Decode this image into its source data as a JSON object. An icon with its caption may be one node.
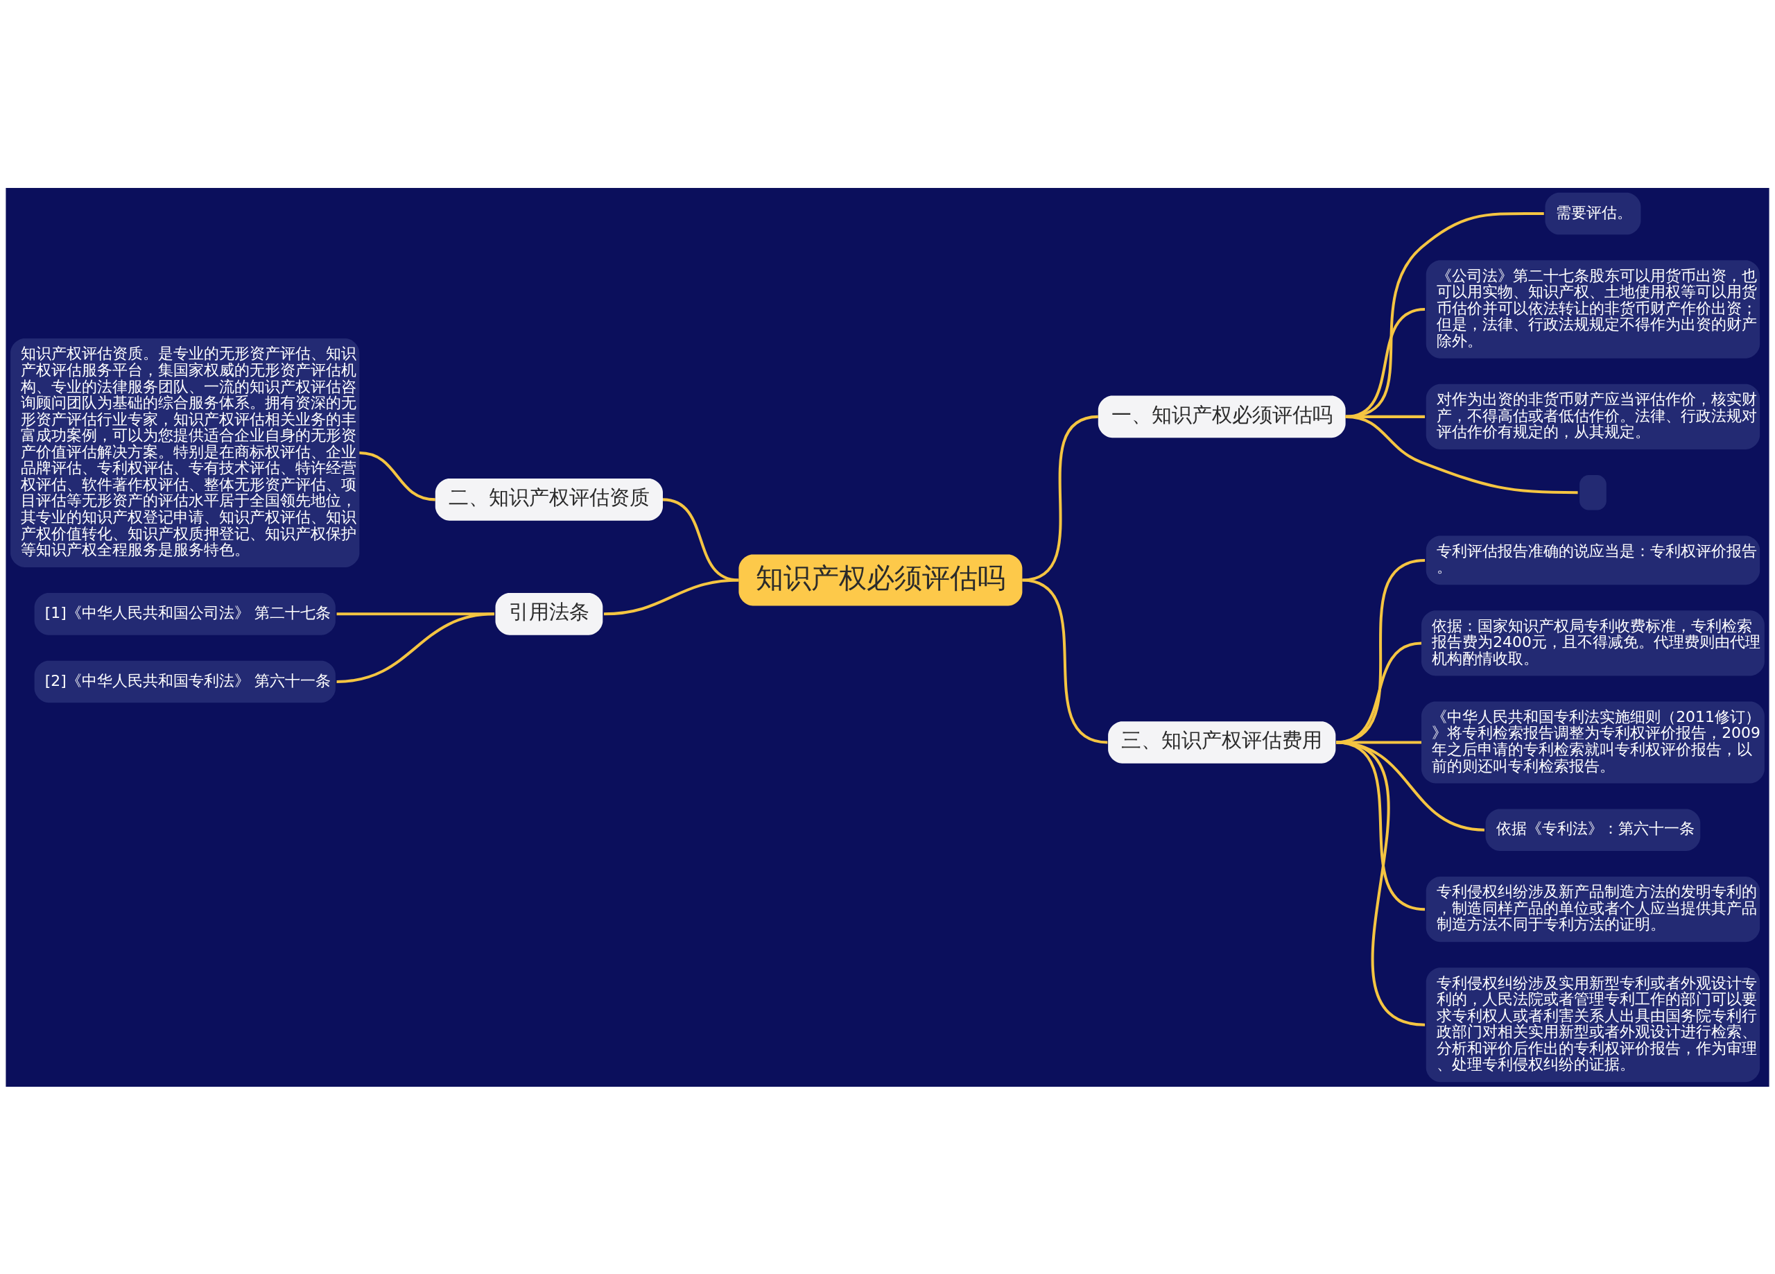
{
  "diagram": {
    "nodes": [
      {
        "text": [
          "知识产权必须评估吗"
        ]
      },
      {
        "text": [
          "一、知识产权必须评估吗"
        ]
      },
      {
        "text": [
          "需要评估。"
        ]
      },
      {
        "text": [
          "《公司法》第二十七条股东可以用货币出资，也可以用实物、知识产权、土地使用权等可以用货币估价并可以依法转让的非货币财产作价出资；但是，法律、行政法规规定不得作为出资的财产除外。"
        ]
      },
      {
        "text": [
          "对作为出资的非货币财产应当评估作价，核实财产，不得高估或者低估作价。法律、行政法规对评估作价有规定的，从其规定。"
        ]
      },
      {
        "text": [],
        "shape": "box"
      },
      {
        "text": [
          "三、知识产权评估费用"
        ]
      },
      {
        "text": [
          "专利评估报告准确的说应当是：专利权评价报告。"
        ]
      },
      {
        "text": [
          "依据：国家知识产权局专利收费标准，专利检索报告费为2400元，且不得减免。代理费则由代理机构酌情收取。"
        ]
      },
      {
        "text": [
          "《中华人民共和国专利法实施细则（2011修订）》将专利检索报告调整为专利权评价报告，2009年之后申请的专利检索就叫专利权评价报告，以前的则还叫专利检索报告。"
        ]
      },
      {
        "text": [
          "依据《专利法》：第六十一条"
        ]
      },
      {
        "text": [
          "专利侵权纠纷涉及新产品制造方法的发明专利的，制造同样产品的单位或者个人应当提供其产品制造方法不同于专利方法的证明。"
        ]
      },
      {
        "text": [
          "专利侵权纠纷涉及实用新型专利或者外观设计专利的，人民法院或者管理专利工作的部门可以要求专利权人或者利害关系人出具由国务院专利行政部门对相关实用新型或者外观设计进行检索、分析和评价后作出的专利权评价报告，作为审理、处理专利侵权纠纷的证据。"
        ]
      },
      {
        "text": [
          "二、知识产权评估资质"
        ]
      },
      {
        "text": [
          "知识产权评估资质。是专业的无形资产评估、知识产权评估服务平台，集国家权威的无形资产评估机构、专业的法律服务团队、一流的知识产权评估咨询顾问团队为基础的综合服务体系。拥有资深的无形资产评估行业专家，知识产权评估相关业务的丰富成功案例，可以为您提供适合企业自身的无形资产价值评估解决方案。特别是在商标权评估、企业品牌评估、专利权评估、专有技术评估、特许经营权评估、软件著作权评估、整体无形资产评估、项目评估等无形资产的评估水平居于全国领先地位，其专业的知识产权登记申请、知识产权评估、知识产权价值转化、知识产权质押登记、知识产权保护等知识产权全程服务是服务特色。"
        ]
      },
      {
        "text": [
          "引用法条"
        ]
      },
      {
        "text": [
          "[1]《中华人民共和国公司法》 第二十七条"
        ]
      },
      {
        "text": [
          "[2]《中华人民共和国专利法》 第六十一条"
        ]
      }
    ],
    "edges": [
      {
        "from": 0,
        "to": 1,
        "arrow": "none"
      },
      {
        "from": 1,
        "to": 2,
        "arrow": "none"
      },
      {
        "from": 1,
        "to": 3,
        "arrow": "none"
      },
      {
        "from": 1,
        "to": 4,
        "arrow": "none"
      },
      {
        "from": 1,
        "to": 5,
        "arrow": "none"
      },
      {
        "from": 0,
        "to": 6,
        "arrow": "none"
      },
      {
        "from": 6,
        "to": 7,
        "arrow": "none"
      },
      {
        "from": 6,
        "to": 8,
        "arrow": "none"
      },
      {
        "from": 6,
        "to": 9,
        "arrow": "none"
      },
      {
        "from": 6,
        "to": 10,
        "arrow": "none"
      },
      {
        "from": 6,
        "to": 11,
        "arrow": "none"
      },
      {
        "from": 6,
        "to": 12,
        "arrow": "none"
      },
      {
        "from": 13,
        "to": 0,
        "arrow": "none"
      },
      {
        "from": 14,
        "to": 13,
        "arrow": "none"
      },
      {
        "from": 15,
        "to": 0,
        "arrow": "none"
      },
      {
        "from": 16,
        "to": 15,
        "arrow": "none"
      },
      {
        "from": 17,
        "to": 15,
        "arrow": "none"
      }
    ]
  }
}
